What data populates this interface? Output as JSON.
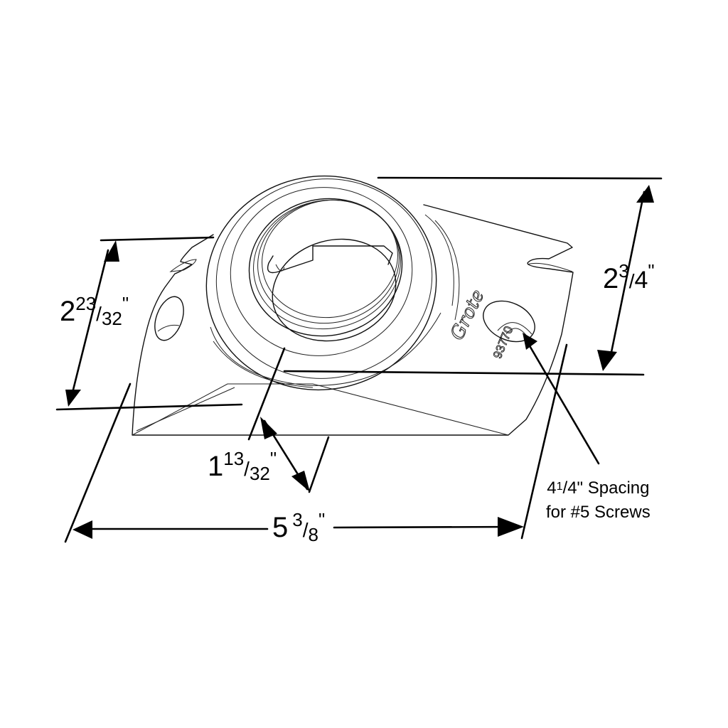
{
  "diagram": {
    "subject": "Grommet mounting flange (isometric view)",
    "part_marking": {
      "logo": "Grote",
      "part_number": "93770"
    },
    "dimensions": {
      "overall_height_left": {
        "whole": "2",
        "num": "23",
        "den": "32",
        "unit": "\""
      },
      "overall_height_right": {
        "whole": "2",
        "num": "3",
        "den": "4",
        "unit": "\""
      },
      "flange_depth": {
        "whole": "1",
        "num": "13",
        "den": "32",
        "unit": "\""
      },
      "overall_width": {
        "whole": "5",
        "num": "3",
        "den": "8",
        "unit": "\""
      }
    },
    "notes": {
      "screw_spacing": {
        "whole": "4",
        "num": "1",
        "den": "4",
        "line1_rest": "\" Spacing",
        "line2": "for #5 Screws"
      }
    },
    "colors": {
      "line": "#000000",
      "background": "#ffffff"
    }
  }
}
